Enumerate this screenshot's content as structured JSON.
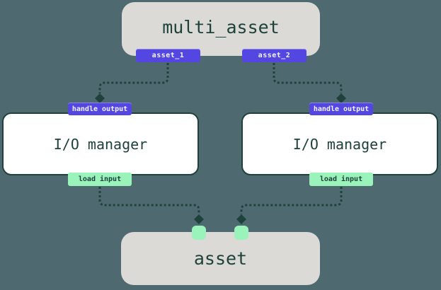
{
  "colors": {
    "background": "#4e6a70",
    "ink": "#1e423b",
    "node_gray_fill": "#dbdad6",
    "node_white_fill": "#ffffff",
    "badge_purple": "#5447e1",
    "badge_green": "#99f3ba",
    "badge_text_light": "#f4f3ff"
  },
  "diagram": {
    "multi_asset": {
      "label": "multi_asset",
      "outputs": [
        "asset_1",
        "asset_2"
      ]
    },
    "io_managers": [
      {
        "label": "I/O manager",
        "top_badge": "handle output",
        "bottom_badge": "load input"
      },
      {
        "label": "I/O manager",
        "top_badge": "handle output",
        "bottom_badge": "load input"
      }
    ],
    "asset": {
      "label": "asset"
    }
  }
}
